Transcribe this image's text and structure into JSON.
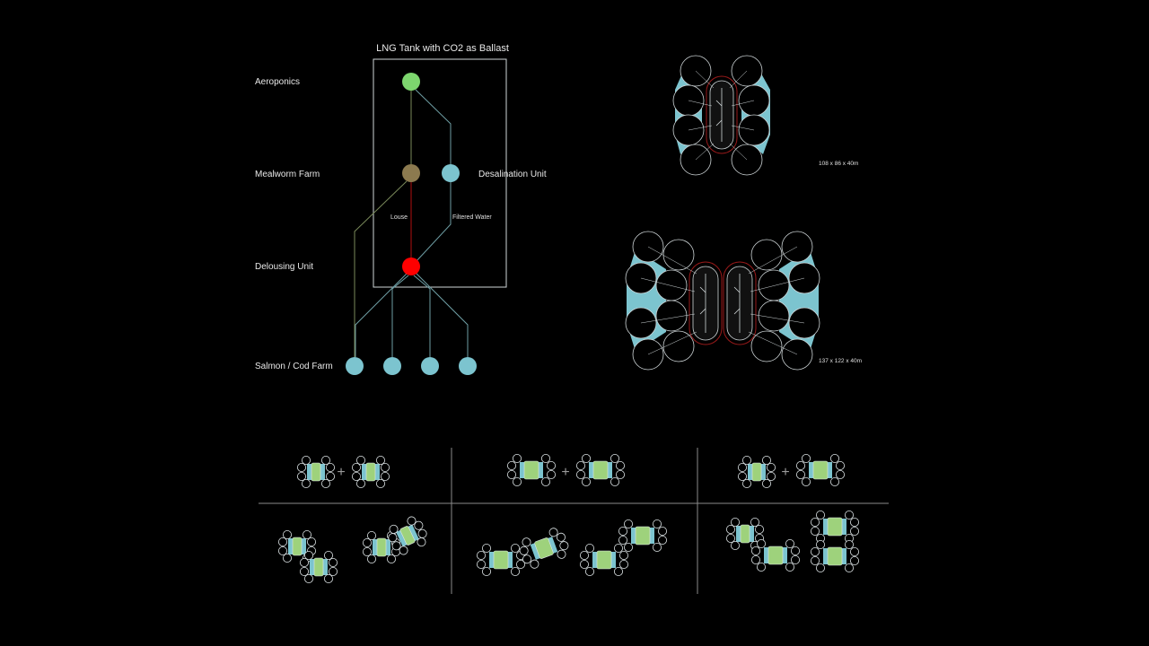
{
  "flow": {
    "box_title": "LNG Tank with CO2 as Ballast",
    "stages": {
      "aeroponics": "Aeroponics",
      "mealworm": "Mealworm Farm",
      "delousing": "Delousing Unit",
      "fish": "Salmon / Cod Farm",
      "desalination": "Desalination Unit"
    },
    "links": {
      "louse": "Louse",
      "filtered_water": "Filtered Water"
    }
  },
  "plans": {
    "small_dims": "108 x 86 x 40m",
    "large_dims": "137 x 122 x 40m"
  },
  "matrix": {
    "plus": "+"
  },
  "colors": {
    "aeroponics": "#7dd66e",
    "mealworm": "#8c7a4f",
    "delousing": "#ff0000",
    "water": "#7cc4cf",
    "line": "#8fb9be",
    "module_green": "#9ed27c"
  }
}
